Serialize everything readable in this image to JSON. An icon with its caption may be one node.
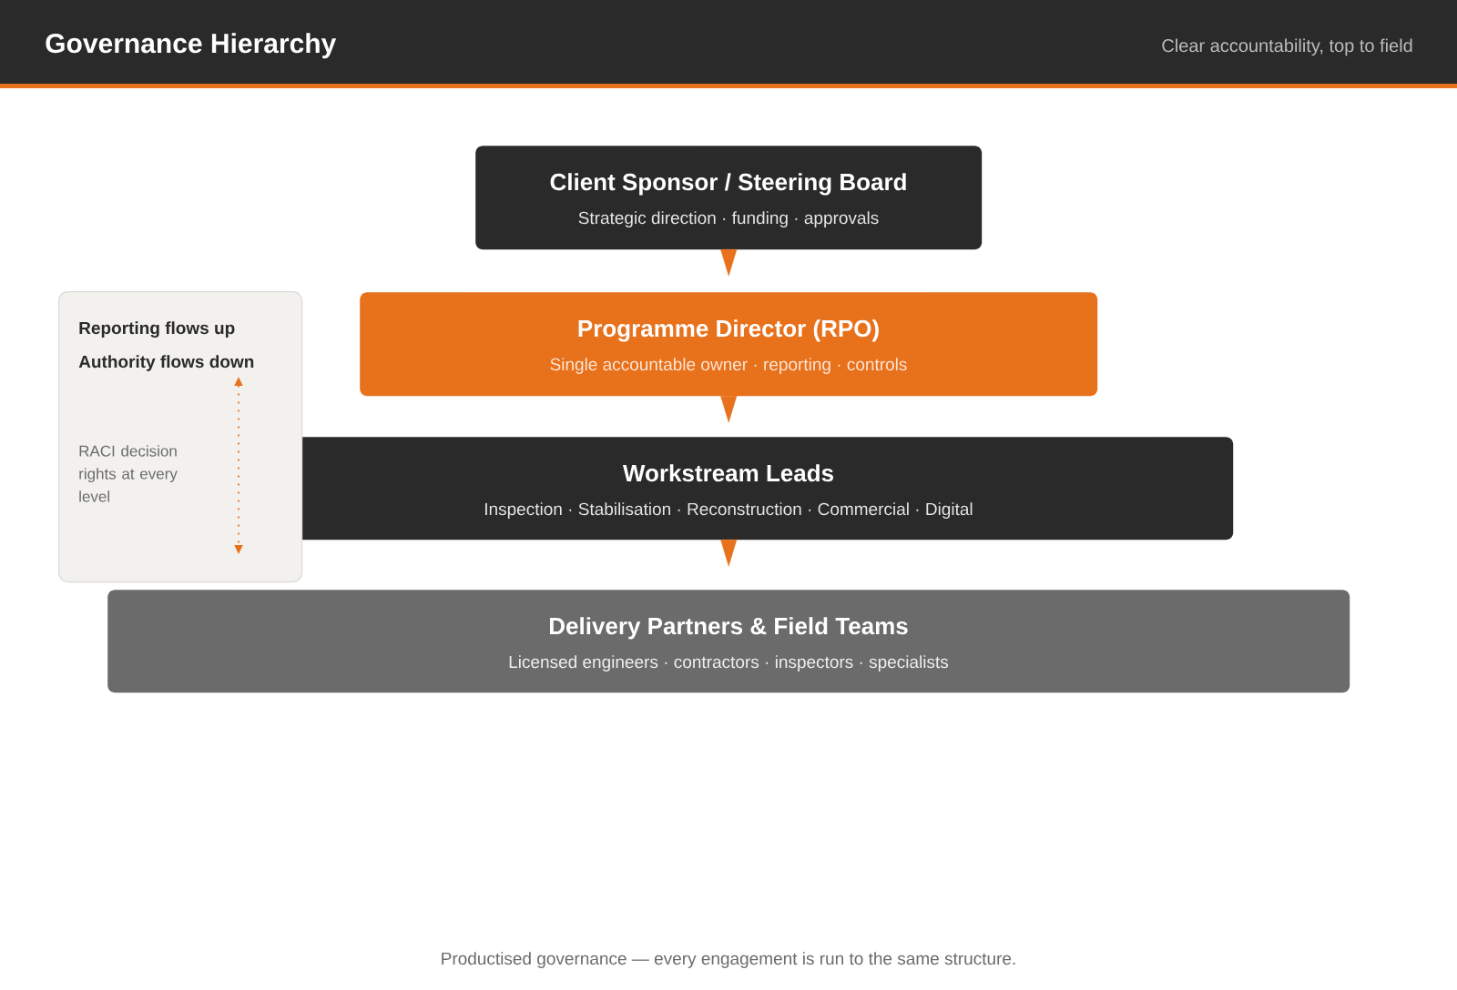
{
  "diagram": {
    "title": "Governance Hierarchy",
    "caption": "Productised governance — every engagement is run to the same structure.",
    "nodes": [
      {
        "text": [
          "Client Sponsor / Steering Board",
          "Strategic direction · funding · approvals"
        ]
      },
      {
        "text": [
          "Programme Director (RPO)",
          "Single accountable owner · reporting · controls"
        ]
      },
      {
        "text": [
          "Workstream Leads",
          "Inspection · Stabilisation · Reconstruction · Commercial · Digital"
        ]
      },
      {
        "text": [
          "Delivery Partners & Field Teams",
          "Licensed engineers · contractors · inspectors · specialists"
        ]
      },
      {
        "text": [
          "Reporting flows up",
          "Authority flows down",
          "RACI decision rights at every level"
        ]
      }
    ],
    "edges": [
      {
        "from": 0,
        "to": 1,
        "arrow": "to"
      },
      {
        "from": 1,
        "to": 2,
        "arrow": "to"
      },
      {
        "from": 2,
        "to": 3,
        "arrow": "to"
      }
    ],
    "labels": [
      "Clear accountability, top to field"
    ]
  }
}
